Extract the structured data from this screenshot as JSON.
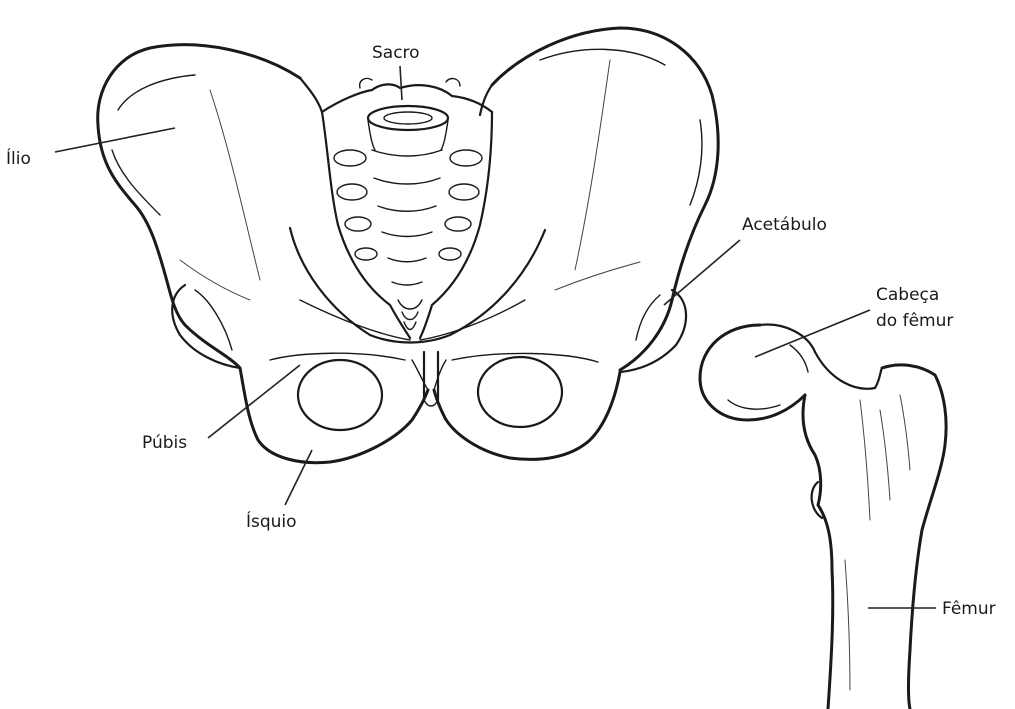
{
  "labels": {
    "sacro": "Sacro",
    "ilio": "Ílio",
    "acetabulo": "Acetábulo",
    "cabeca_line1": "Cabeça",
    "cabeca_line2": "do fêmur",
    "pubis": "Púbis",
    "isquio": "Ísquio",
    "femur": "Fêmur"
  }
}
